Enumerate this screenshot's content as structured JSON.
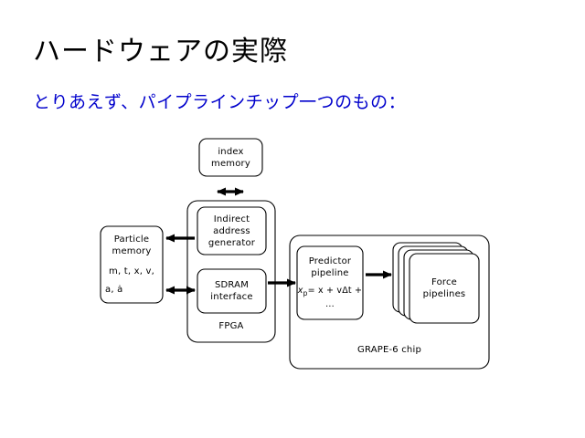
{
  "slide": {
    "title": "ハードウェアの実際",
    "subtitle": "とりあえず、パイプラインチップ一つのもの：",
    "title_color": "#000000",
    "subtitle_color": "#0000cc",
    "background_color": "#ffffff"
  },
  "diagram": {
    "nodes": {
      "index_memory": {
        "line1": "index",
        "line2": "memory"
      },
      "particle_memory": {
        "line1": "Particle",
        "line2": "memory",
        "contents1": "m, t, x, v,",
        "contents2": "a, ȧ"
      },
      "indirect_address_generator": {
        "line1": "Indirect",
        "line2": "address",
        "line3": "generator"
      },
      "sdram_interface": {
        "line1": "SDRAM",
        "line2": "interface"
      },
      "predictor_pipeline": {
        "line1": "Predictor",
        "line2": "pipeline",
        "formula_lhs": "x",
        "formula_sub": "p",
        "formula_rhs": "= x + vΔt +",
        "formula_cont": "..."
      },
      "force_pipelines": {
        "line1": "Force",
        "line2": "pipelines",
        "stack_count": 4
      }
    },
    "containers": {
      "fpga": {
        "label": "FPGA"
      },
      "grape6": {
        "label": "GRAPE-6 chip"
      }
    },
    "edges": [
      {
        "from": "indirect_address_generator",
        "to": "index_memory",
        "type": "bidirectional",
        "orientation": "vertical"
      },
      {
        "from": "indirect_address_generator",
        "to": "particle_memory",
        "type": "single",
        "orientation": "horizontal-left"
      },
      {
        "from": "sdram_interface",
        "to": "particle_memory",
        "type": "bidirectional",
        "orientation": "horizontal"
      },
      {
        "from": "sdram_interface",
        "to": "predictor_pipeline",
        "type": "single",
        "orientation": "horizontal-right"
      },
      {
        "from": "predictor_pipeline",
        "to": "force_pipelines",
        "type": "single",
        "orientation": "horizontal-right"
      }
    ],
    "stroke_color": "#000000"
  }
}
